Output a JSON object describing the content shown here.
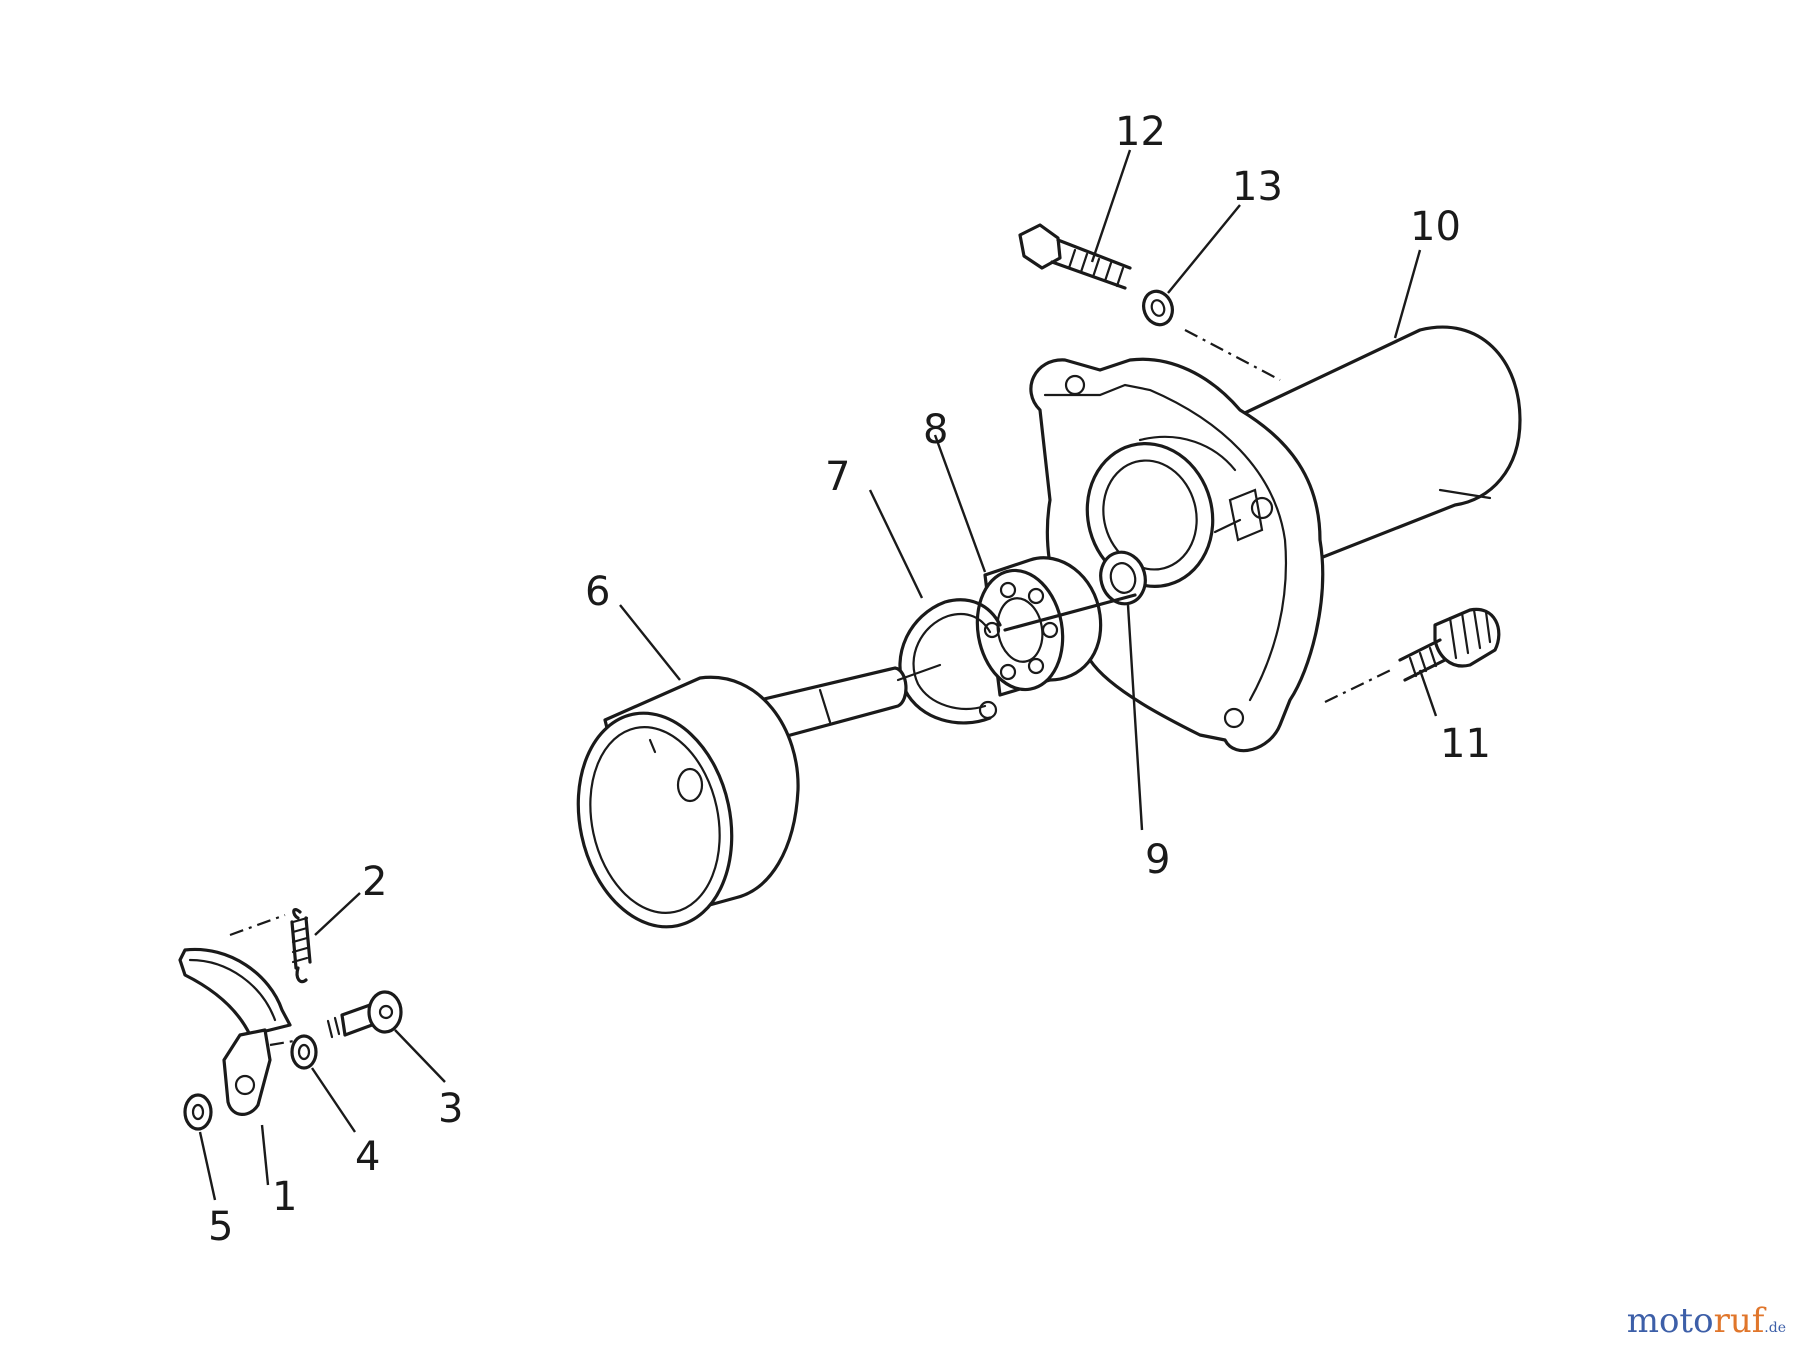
{
  "diagram": {
    "callouts": [
      "1",
      "2",
      "3",
      "4",
      "5",
      "6",
      "7",
      "8",
      "9",
      "10",
      "11",
      "12",
      "13"
    ]
  },
  "watermark": {
    "part1": "moto",
    "part2": "ruf",
    "part3": ".de"
  }
}
